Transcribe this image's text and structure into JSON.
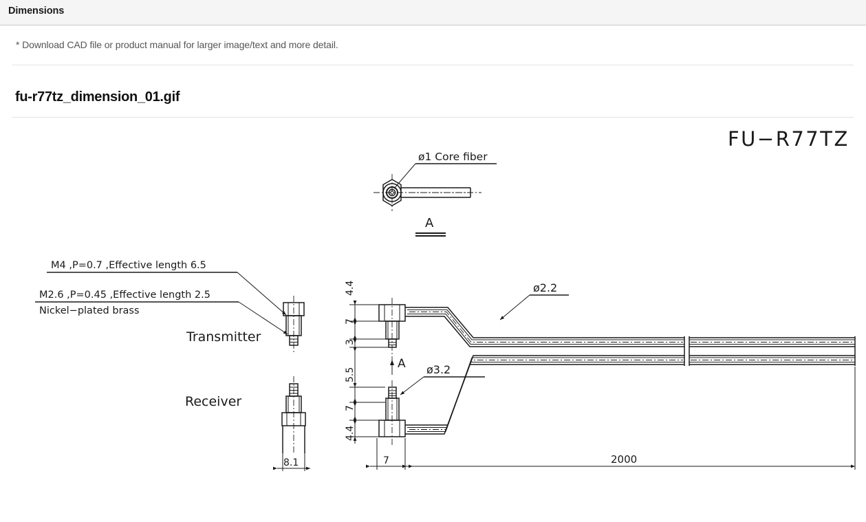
{
  "section": {
    "header_title": "Dimensions",
    "note": "* Download CAD file or product manual for larger image/text and more detail.",
    "file_title": "fu-r77tz_dimension_01.gif"
  },
  "drawing": {
    "part_number": "FU-R77TZ",
    "detail_view_label": "A",
    "section_arrow_label": "A",
    "callouts": {
      "core_fiber": "ø1  Core  fiber",
      "thread_m4": "M4 ,P=0.7 ,Effective length  6.5",
      "thread_m26": "M2.6 ,P=0.45 ,Effective length  2.5",
      "material": "Nickel−plated  brass",
      "transmitter": "Transmitter",
      "receiver": "Receiver",
      "cable_dia": "ø2.2",
      "head_dia": "ø3.2"
    },
    "dimensions": {
      "receiver_width": "8.1",
      "cable_length": "2000",
      "offset_horizontal": "7",
      "vertical_top": [
        "4.4",
        "7",
        "3"
      ],
      "vertical_bottom": [
        "5.5",
        "7",
        "4.4"
      ]
    },
    "colors": {
      "line": "#1a1a1a",
      "background": "#ffffff",
      "header_bg": "#f5f5f5",
      "rule": "#e2e2e2"
    }
  }
}
